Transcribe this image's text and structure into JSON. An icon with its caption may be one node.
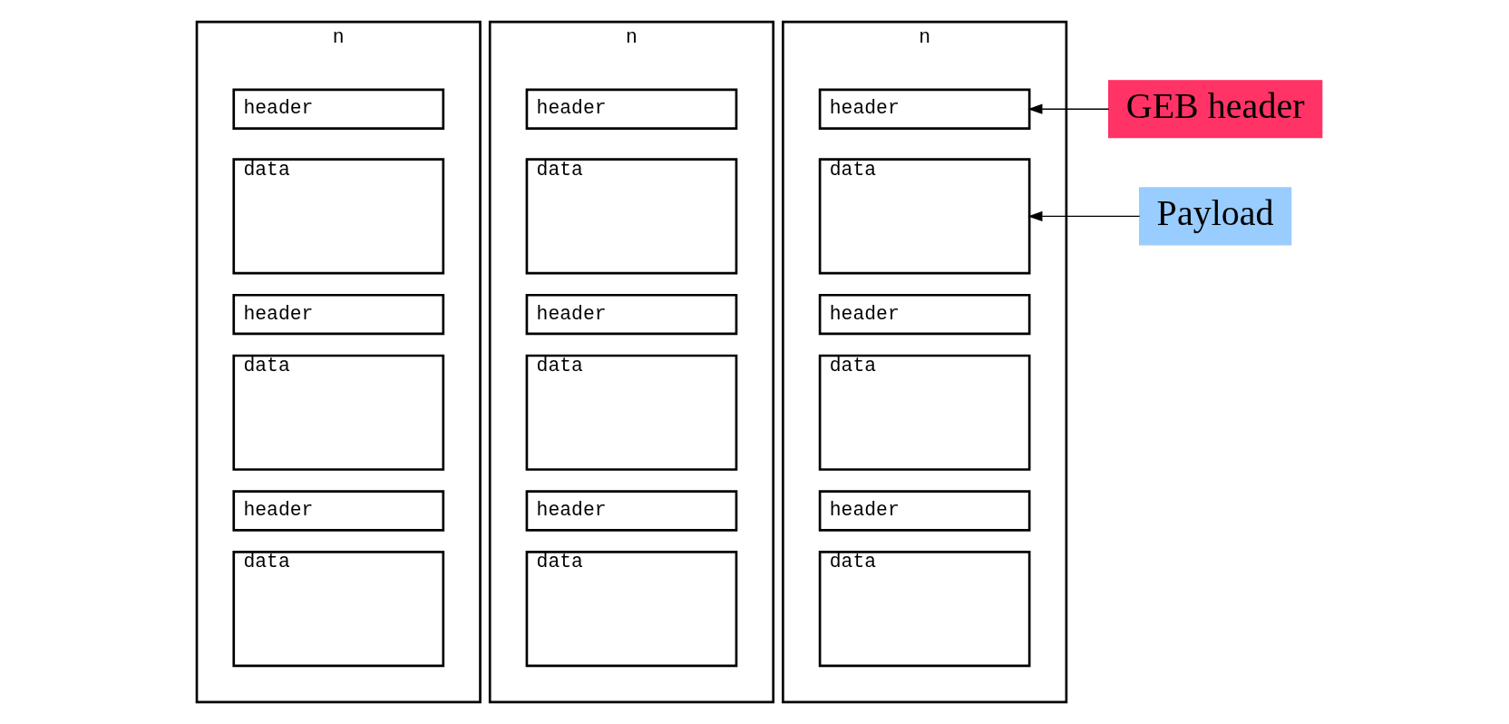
{
  "diagram": {
    "nodes": [
      {
        "text": [
          "n"
        ]
      },
      {
        "text": [
          "header"
        ],
        "in": 0
      },
      {
        "text": [
          "data"
        ],
        "in": 0
      },
      {
        "text": [
          "header"
        ],
        "in": 0
      },
      {
        "text": [
          "data"
        ],
        "in": 0
      },
      {
        "text": [
          "header"
        ],
        "in": 0
      },
      {
        "text": [
          "data"
        ],
        "in": 0
      },
      {
        "text": [
          "n"
        ]
      },
      {
        "text": [
          "header"
        ],
        "in": 7
      },
      {
        "text": [
          "data"
        ],
        "in": 7
      },
      {
        "text": [
          "header"
        ],
        "in": 7
      },
      {
        "text": [
          "data"
        ],
        "in": 7
      },
      {
        "text": [
          "header"
        ],
        "in": 7
      },
      {
        "text": [
          "data"
        ],
        "in": 7
      },
      {
        "text": [
          "n"
        ]
      },
      {
        "text": [
          "header"
        ],
        "in": 14
      },
      {
        "text": [
          "data"
        ],
        "in": 14
      },
      {
        "text": [
          "header"
        ],
        "in": 14
      },
      {
        "text": [
          "data"
        ],
        "in": 14
      },
      {
        "text": [
          "header"
        ],
        "in": 14
      },
      {
        "text": [
          "data"
        ],
        "in": 14
      },
      {
        "text": [
          "GEB header"
        ]
      },
      {
        "text": [
          "Payload"
        ]
      }
    ],
    "edges": [
      {
        "from": 21,
        "to": 15,
        "arrow": "to"
      },
      {
        "from": 22,
        "to": 16,
        "arrow": "to"
      }
    ]
  }
}
